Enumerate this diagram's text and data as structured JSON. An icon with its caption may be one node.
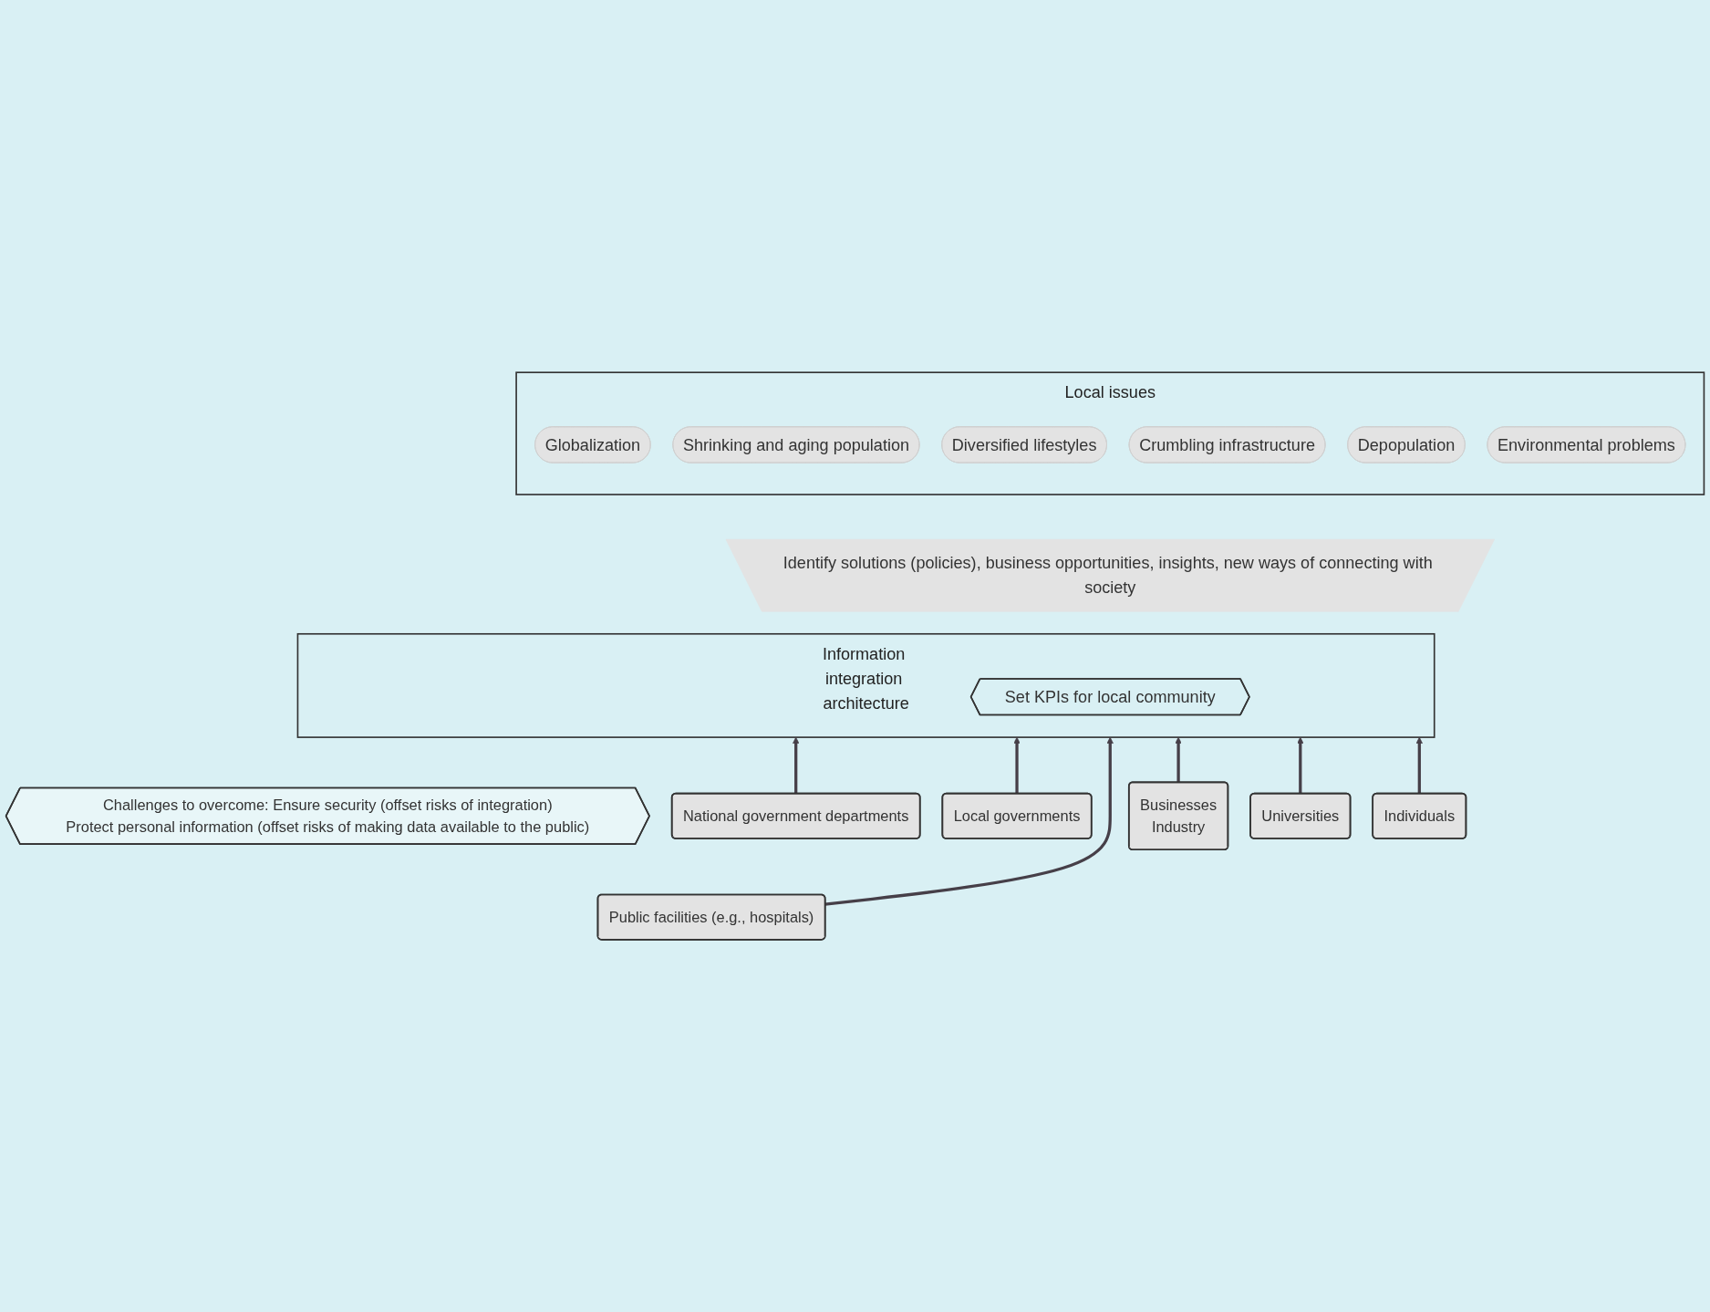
{
  "diagram": {
    "nodes": [
      {
        "text": [
          "Local issues"
        ]
      },
      {
        "text": [
          "Globalization"
        ],
        "in": 0
      },
      {
        "text": [
          "Shrinking and aging population"
        ],
        "in": 0
      },
      {
        "text": [
          "Diversified lifestyles"
        ],
        "in": 0
      },
      {
        "text": [
          "Crumbling infrastructure"
        ],
        "in": 0
      },
      {
        "text": [
          "Depopulation"
        ],
        "in": 0
      },
      {
        "text": [
          "Environmental problems"
        ],
        "in": 0
      },
      {
        "text": [
          "Identify solutions (policies), business opportunities, insights, new ways of connecting with society"
        ]
      },
      {
        "text": [
          "Information integration architecture"
        ]
      },
      {
        "text": [
          "Set KPIs for local community"
        ],
        "in": 8
      },
      {
        "text": [
          "Challenges to overcome: Ensure security (offset risks of integration)",
          "Protect personal information (offset risks of making data available to the public)"
        ]
      },
      {
        "text": [
          "National government departments"
        ]
      },
      {
        "text": [
          "Local governments"
        ]
      },
      {
        "text": [
          "Public facilities (e.g., hospitals)"
        ]
      },
      {
        "text": [
          "Businesses",
          "Industry"
        ]
      },
      {
        "text": [
          "Universities"
        ]
      },
      {
        "text": [
          "Individuals"
        ]
      }
    ],
    "edges": [
      {
        "from": 11,
        "to": 8,
        "arrow": "to"
      },
      {
        "from": 12,
        "to": 8,
        "arrow": "to"
      },
      {
        "from": 13,
        "to": 8,
        "arrow": "to"
      },
      {
        "from": 14,
        "to": 8,
        "arrow": "to"
      },
      {
        "from": 15,
        "to": 8,
        "arrow": "to"
      },
      {
        "from": 16,
        "to": 8,
        "arrow": "to"
      }
    ]
  }
}
